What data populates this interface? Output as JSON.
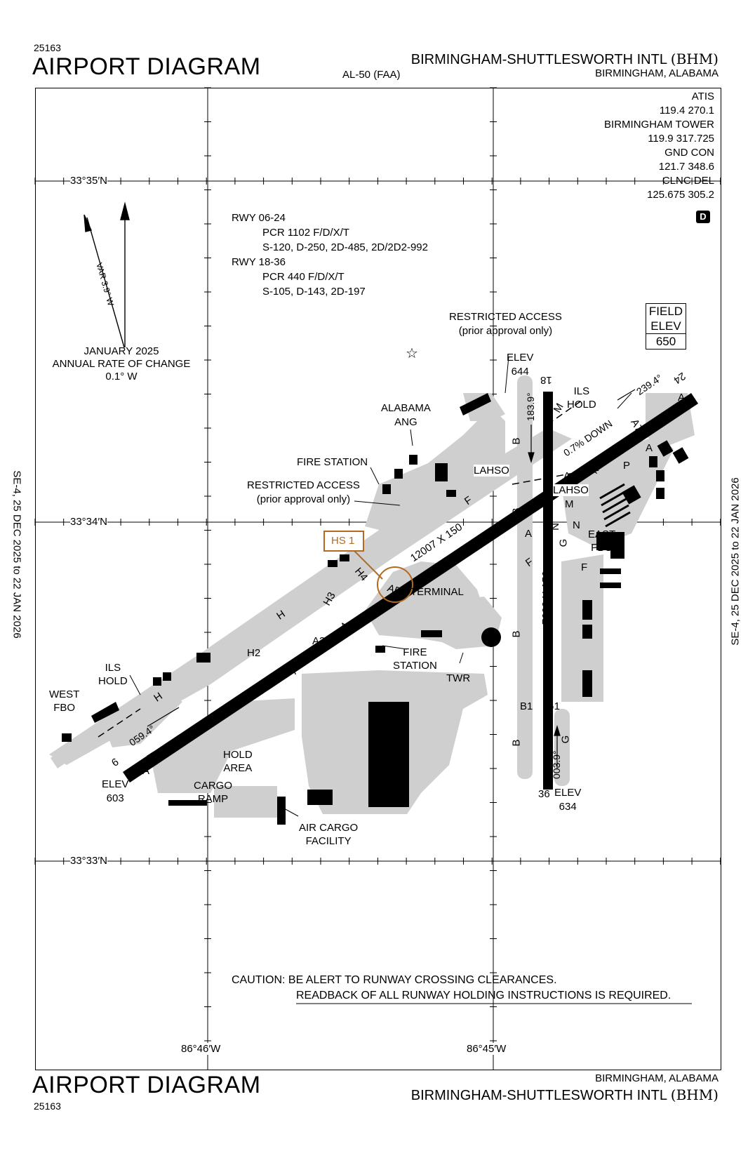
{
  "header": {
    "procedure_number": "25163",
    "title": "AIRPORT DIAGRAM",
    "publisher": "AL-50 (FAA)",
    "airport_name": "BIRMINGHAM-SHUTTLESWORTH INTL",
    "airport_id": "(BHM)",
    "city": "BIRMINGHAM, ALABAMA"
  },
  "footer": {
    "procedure_number": "25163",
    "title": "AIRPORT DIAGRAM",
    "airport_name": "BIRMINGHAM-SHUTTLESWORTH INTL",
    "airport_id": "(BHM)",
    "city": "BIRMINGHAM, ALABAMA"
  },
  "side_labels": {
    "left": "SE-4, 25 DEC 2025 to 22 JAN 2026",
    "right": "SE-4, 25 DEC 2025 to 22 JAN 2026"
  },
  "frequencies": [
    "ATIS",
    "119.4 270.1",
    "BIRMINGHAM TOWER",
    "119.9 317.725",
    "GND CON",
    "121.7 348.6",
    "CLNC DEL",
    "125.675 305.2"
  ],
  "d_badge": "D",
  "runway_info": {
    "rwy1_title": "RWY 06-24",
    "rwy1_pcr": "PCR 1102 F/D/X/T",
    "rwy1_weights": "S-120, D-250, 2D-485, 2D/2D2-992",
    "rwy2_title": "RWY 18-36",
    "rwy2_pcr": "PCR 440 F/D/X/T",
    "rwy2_weights": "S-105, D-143, 2D-197"
  },
  "magnetic": {
    "var": "VAR 3.9° W",
    "date": "JANUARY 2025",
    "rate_label": "ANNUAL RATE OF CHANGE",
    "rate": "0.1° W"
  },
  "field_elev": {
    "line1": "FIELD",
    "line2": "ELEV",
    "value": "650"
  },
  "lat_lon": {
    "lat1": "33°35′N",
    "lat2": "33°34′N",
    "lat3": "33°33′N",
    "lon1": "86°46′W",
    "lon2": "86°45′W"
  },
  "runways": {
    "rwy06_24_dims": "12007 X 150",
    "rwy18_36_dims": "7099 X 150",
    "rwy6_num": "6",
    "rwy24_num": "24",
    "rwy18_num": "18",
    "rwy36_num": "36",
    "hdg_059": "059.4°",
    "hdg_239": "239.4°",
    "hdg_183": "183.9°",
    "hdg_003": "003.9°",
    "gradient": "0.7% DOWN"
  },
  "labels": {
    "restricted_top_1": "RESTRICTED ACCESS",
    "restricted_top_2": "(prior approval only)",
    "restricted_left_1": "RESTRICTED ACCESS",
    "restricted_left_2": "(prior approval only)",
    "elev644_1": "ELEV",
    "elev644_2": "644",
    "elev603_1": "ELEV",
    "elev603_2": "603",
    "elev634_1": "ELEV",
    "elev634_2": "634",
    "alabama_ang_1": "ALABAMA",
    "alabama_ang_2": "ANG",
    "fire_station_n": "FIRE STATION",
    "fire_station_s_1": "FIRE",
    "fire_station_s_2": "STATION",
    "ils_hold_e_1": "ILS",
    "ils_hold_e_2": "HOLD",
    "ils_hold_w_1": "ILS",
    "ils_hold_w_2": "HOLD",
    "west_fbo_1": "WEST",
    "west_fbo_2": "FBO",
    "east_fbo_1": "EAST",
    "east_fbo_2": "FBO",
    "lahso_1": "LAHSO",
    "lahso_2": "LAHSO",
    "terminal": "TERMINAL",
    "twr": "TWR",
    "hold_area_1": "HOLD",
    "hold_area_2": "AREA",
    "cargo_ramp_1": "CARGO",
    "cargo_ramp_2": "RAMP",
    "air_cargo_1": "AIR CARGO",
    "air_cargo_2": "FACILITY",
    "hs1": "HS 1"
  },
  "taxiways": {
    "H": "H",
    "H2": "H2",
    "H3": "H3",
    "H4": "H4",
    "A": "A",
    "A1": "A1",
    "A2": "A2",
    "A3": "A3",
    "A4": "A4",
    "A5": "A5",
    "A7": "A7",
    "B": "B",
    "B1": "B1",
    "G": "G",
    "G1": "G1",
    "F": "F",
    "M": "M",
    "N": "N",
    "P": "P"
  },
  "caution": {
    "line1": "CAUTION: BE ALERT TO RUNWAY CROSSING CLEARANCES.",
    "line2": "READBACK OF ALL RUNWAY HOLDING INSTRUCTIONS IS REQUIRED."
  },
  "colors": {
    "pavement": "#cfcfcf",
    "runway": "#000000",
    "hotspot": "#b36a1e"
  }
}
